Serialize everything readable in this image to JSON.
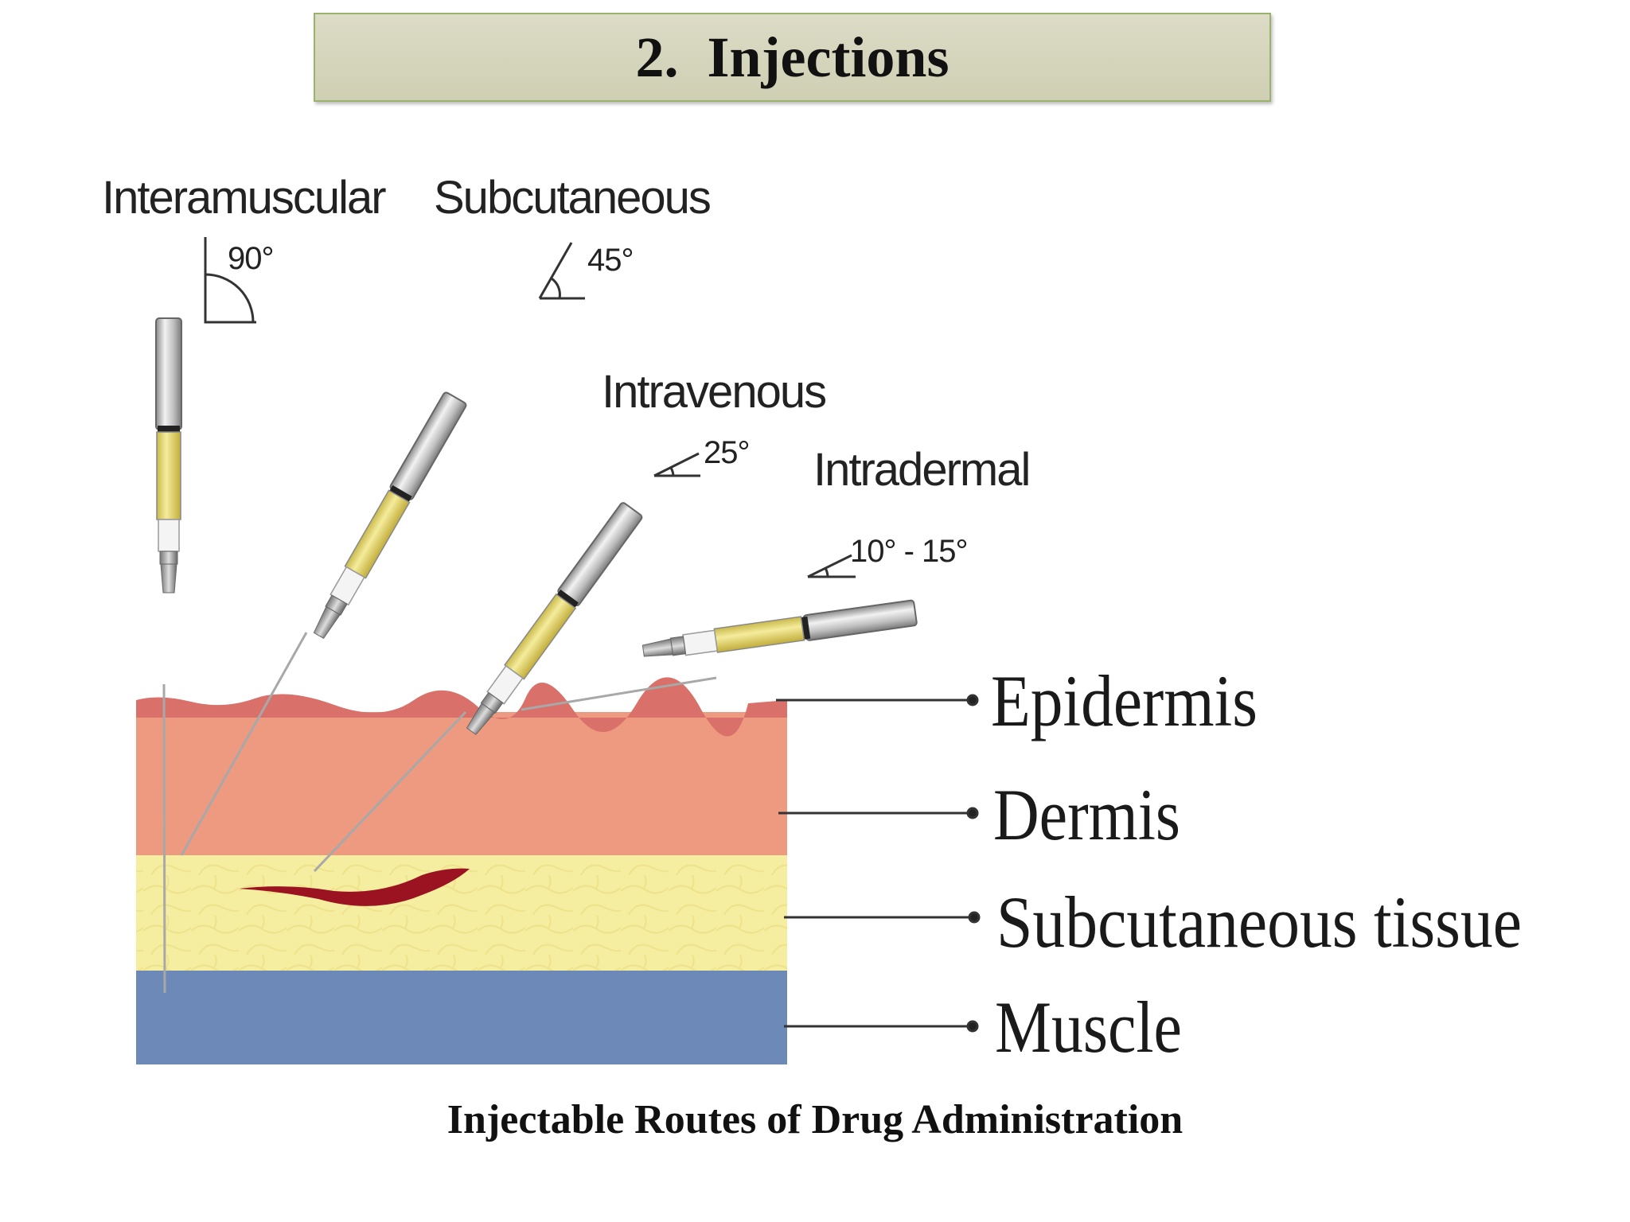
{
  "slide": {
    "title": "2.  Injections",
    "caption": "Injectable Routes of Drug Administration"
  },
  "routes": [
    {
      "name": "Interamuscular",
      "angle": "90°"
    },
    {
      "name": "Subcutaneous",
      "angle": "45°"
    },
    {
      "name": "Intravenous",
      "angle": "25°"
    },
    {
      "name": "Intradermal",
      "angle": "10° - 15°"
    }
  ],
  "layers": [
    {
      "name": "Epidermis",
      "color": "#d9706a"
    },
    {
      "name": "Dermis",
      "color": "#ee9a80"
    },
    {
      "name": "Subcutaneous tissue",
      "color": "#f5eda0"
    },
    {
      "name": "Muscle",
      "color": "#6c89b8"
    }
  ],
  "colors": {
    "vein": "#9b1220",
    "syringe_fluid": "#eee27a",
    "title_bg": "#d6d6bf",
    "title_border": "#9ab26b"
  }
}
